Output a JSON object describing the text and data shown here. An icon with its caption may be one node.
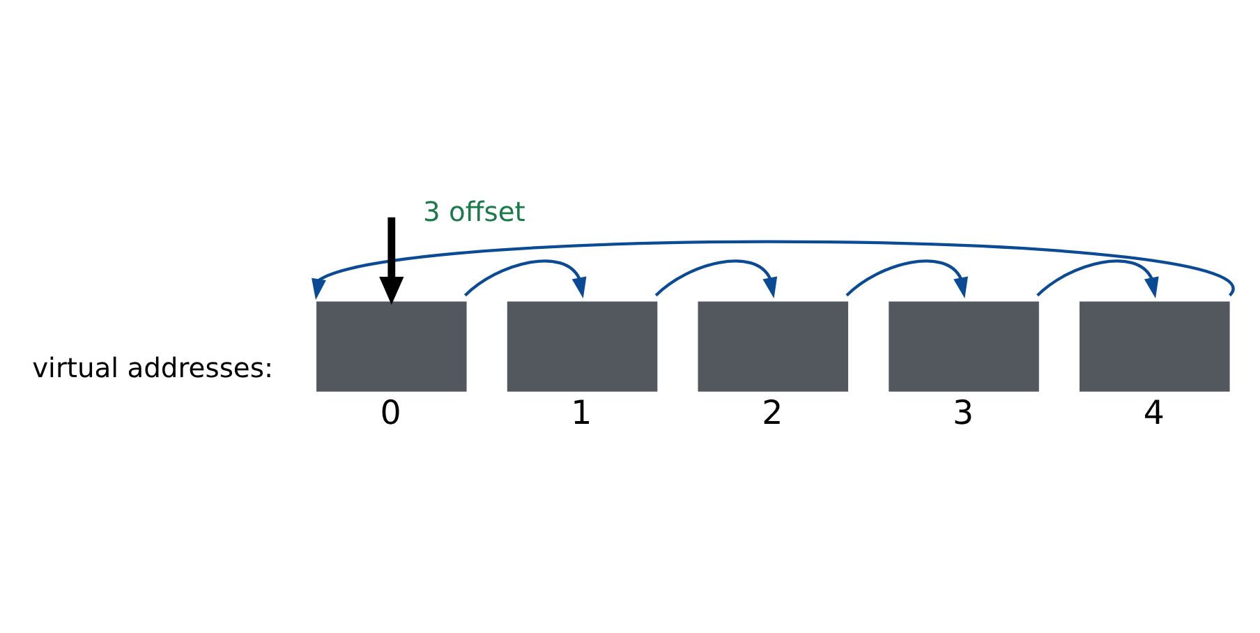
{
  "diagram": {
    "nodes": [
      {
        "text": [],
        "shape": "box",
        "beside": [
          "0"
        ]
      },
      {
        "text": [],
        "shape": "box",
        "beside": [
          "1"
        ]
      },
      {
        "text": [],
        "shape": "box",
        "beside": [
          "2"
        ]
      },
      {
        "text": [],
        "shape": "box",
        "beside": [
          "3"
        ]
      },
      {
        "text": [],
        "shape": "box",
        "beside": [
          "4"
        ]
      }
    ],
    "edges": [
      {
        "from": null,
        "to": 0,
        "arrow": "to",
        "style": "thick",
        "color": "#000000"
      },
      {
        "from": 0,
        "to": 1,
        "arrow": "to"
      },
      {
        "from": 1,
        "to": 2,
        "arrow": "to"
      },
      {
        "from": 2,
        "to": 3,
        "arrow": "to"
      },
      {
        "from": 3,
        "to": 4,
        "arrow": "to"
      },
      {
        "from": 4,
        "to": 0,
        "arrow": "to"
      }
    ],
    "labels": [
      "3 offset",
      "virtual addresses:"
    ]
  }
}
